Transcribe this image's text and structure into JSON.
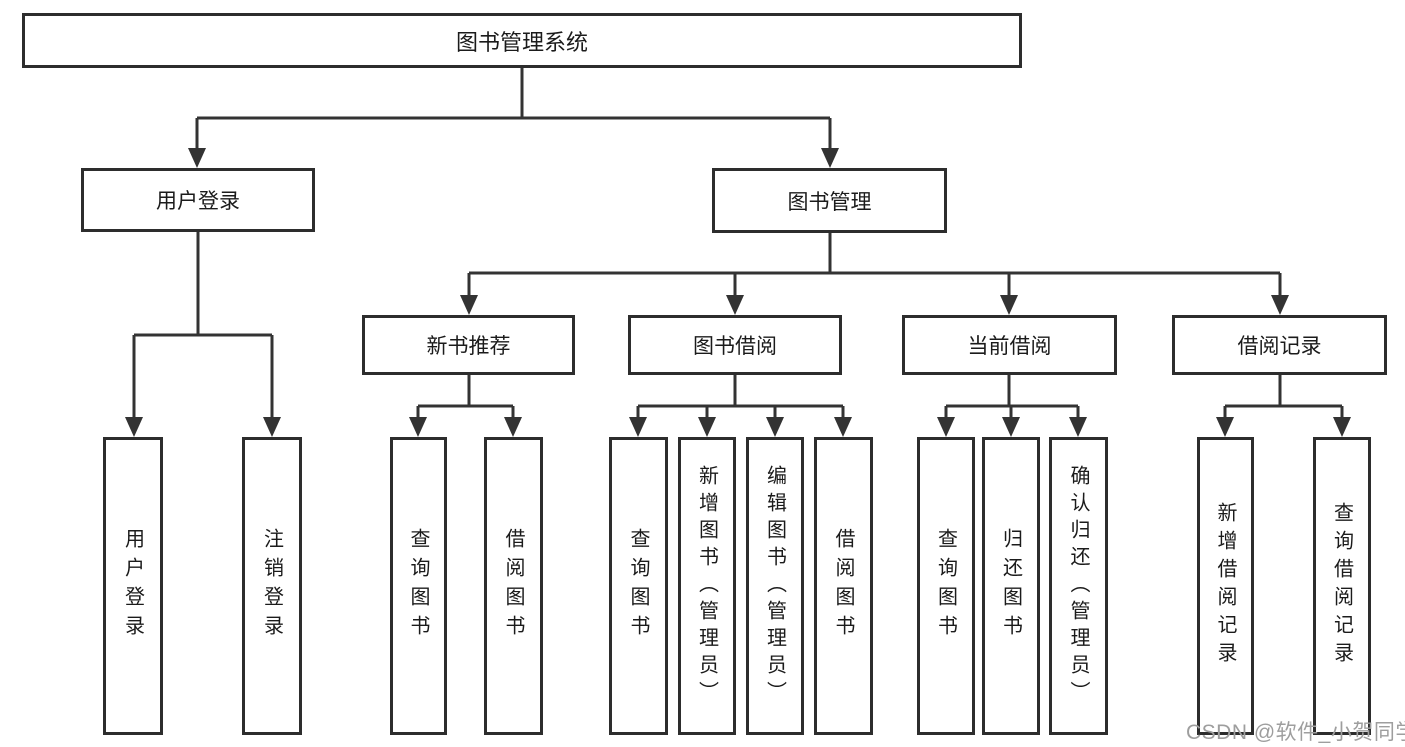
{
  "colors": {
    "line": "#333333",
    "box_border": "#2d2d2d",
    "text": "#1b1b1b",
    "watermark": "#9e9e9e",
    "background": "#ffffff"
  },
  "watermark": {
    "text": "CSDN @软件_小贺同学"
  },
  "tree": {
    "label": "图书管理系统",
    "children": [
      {
        "label": "用户登录",
        "children": [
          {
            "label": "用户登录"
          },
          {
            "label": "注销登录"
          }
        ]
      },
      {
        "label": "图书管理",
        "children": [
          {
            "label": "新书推荐",
            "children": [
              {
                "label": "查询图书"
              },
              {
                "label": "借阅图书"
              }
            ]
          },
          {
            "label": "图书借阅",
            "children": [
              {
                "label": "查询图书"
              },
              {
                "label": "新增图书（管理员）"
              },
              {
                "label": "编辑图书（管理员）"
              },
              {
                "label": "借阅图书"
              }
            ]
          },
          {
            "label": "当前借阅",
            "children": [
              {
                "label": "查询图书"
              },
              {
                "label": "归还图书"
              },
              {
                "label": "确认归还（管理员）"
              }
            ]
          },
          {
            "label": "借阅记录",
            "children": [
              {
                "label": "新增借阅记录"
              },
              {
                "label": "查询借阅记录"
              }
            ]
          }
        ]
      }
    ]
  }
}
